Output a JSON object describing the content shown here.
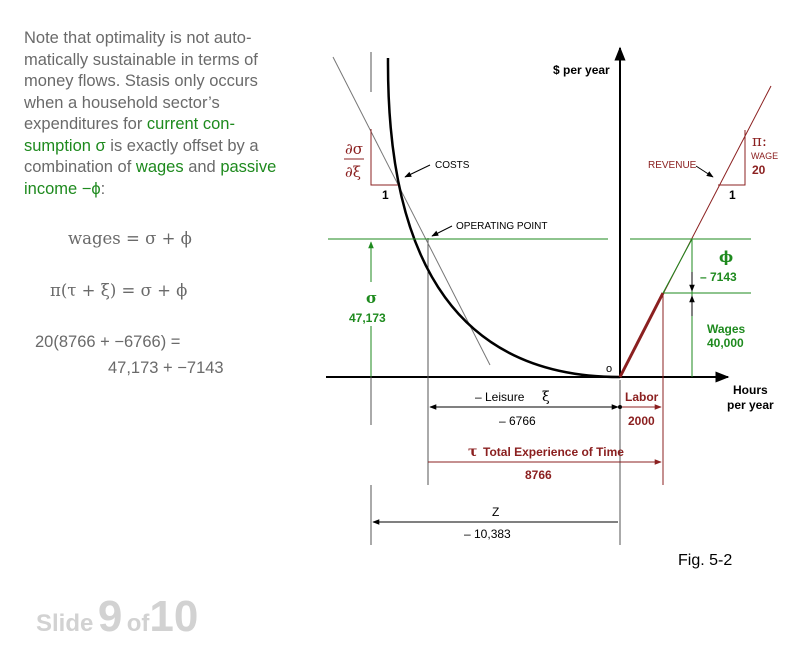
{
  "note": {
    "part1": "Note that optimality is not auto-matically sustainable in terms of money flows. Stasis only occurs when a household sector’s expenditures for ",
    "green1": "current con-sumption σ",
    "part2": " is exactly offset by a combination of ",
    "green2": "wages",
    "part3": " and ",
    "green3": "passive income −ϕ",
    "part4": ":"
  },
  "equations": {
    "eq1": "wages = σ + ϕ",
    "eq2": "π(τ + ξ) = σ + ϕ",
    "eq3_line1": "20(8766  +  −6766) =",
    "eq3_line2": "47,173  +  −7143"
  },
  "slide": {
    "word": "Slide",
    "current": "9",
    "of": "of",
    "total": "10"
  },
  "figure_caption": "Fig. 5-2",
  "diagram": {
    "y_axis_label": "$ per year",
    "x_axis_label_1": "Hours",
    "x_axis_label_2": "per year",
    "costs_label": "COSTS",
    "revenue_label": "REVENUE",
    "operating_point_label": "OPERATING POINT",
    "slope_left_num": "∂σ",
    "slope_left_den": "∂ξ",
    "slope_left_run": "1",
    "pi_label": "π:",
    "wage_label": "WAGE",
    "wage_value": "20",
    "slope_right_run": "1",
    "sigma_symbol": "σ",
    "sigma_value": "47,173",
    "phi_symbol": "ϕ",
    "phi_value": "– 7143",
    "wages_label": "Wages",
    "wages_value": "40,000",
    "origin_marker": "o",
    "leisure_label": "– Leisure",
    "leisure_symbol": "ξ",
    "leisure_value": "– 6766",
    "labor_label": "Labor",
    "labor_value": "2000",
    "tau_symbol": "τ",
    "total_time_label": "Total Experience of Time",
    "total_time_value": "8766",
    "z_label": "Z",
    "z_value": "– 10,383"
  },
  "colors": {
    "green": "#1e8a1e",
    "maroon": "#8b2020",
    "gray_text": "#6a6a6a",
    "slide_gray": "#d2d2d2"
  }
}
